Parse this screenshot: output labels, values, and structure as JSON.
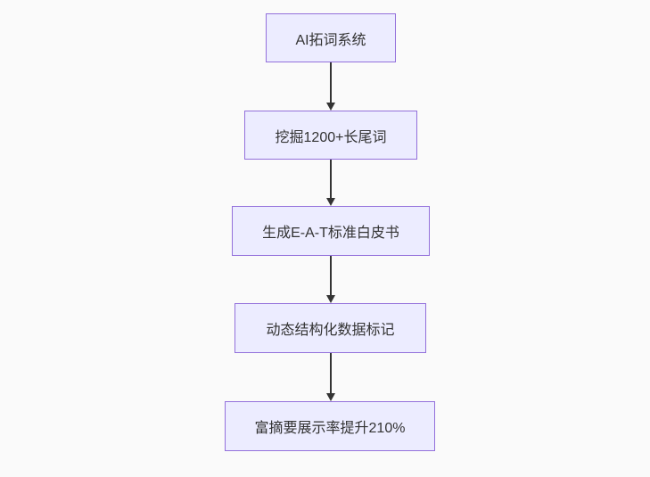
{
  "diagram": {
    "type": "flowchart",
    "direction": "top-down",
    "colors": {
      "background": "#fafafa",
      "node_fill": "#ECECFF",
      "node_border": "#9370DB",
      "edge": "#333333",
      "text": "#333333"
    },
    "nodes": [
      {
        "id": "A",
        "label": "AI拓词系统"
      },
      {
        "id": "B",
        "label": "挖掘1200+长尾词"
      },
      {
        "id": "C",
        "label": "生成E-A-T标准白皮书"
      },
      {
        "id": "D",
        "label": "动态结构化数据标记"
      },
      {
        "id": "E",
        "label": "富摘要展示率提升210%"
      }
    ],
    "edges": [
      {
        "from": "A",
        "to": "B"
      },
      {
        "from": "B",
        "to": "C"
      },
      {
        "from": "C",
        "to": "D"
      },
      {
        "from": "D",
        "to": "E"
      }
    ]
  }
}
